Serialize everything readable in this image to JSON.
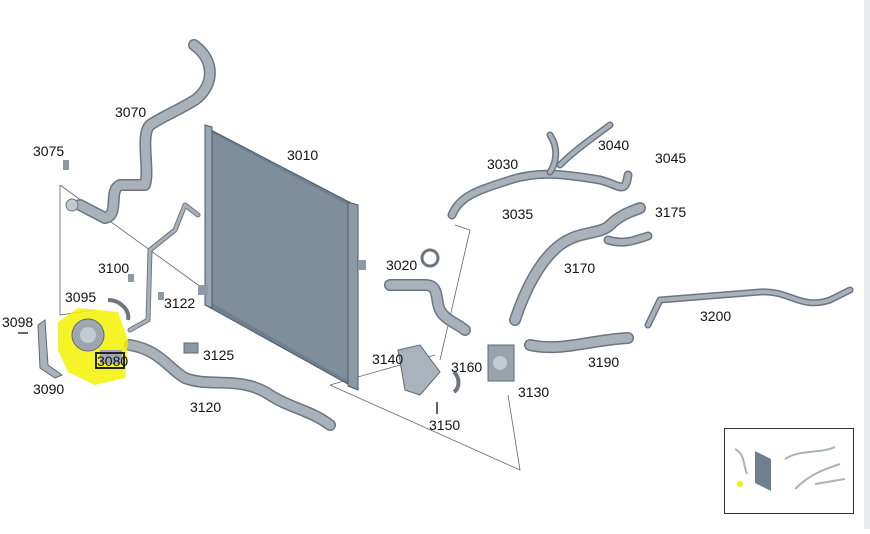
{
  "diagram": {
    "labels": {
      "p3010": "3010",
      "p3020": "3020",
      "p3030": "3030",
      "p3035": "3035",
      "p3040": "3040",
      "p3045": "3045",
      "p3070": "3070",
      "p3075": "3075",
      "p3080": "3080",
      "p3090": "3090",
      "p3095": "3095",
      "p3098": "3098",
      "p3100": "3100",
      "p3120": "3120",
      "p3122": "3122",
      "p3125": "3125",
      "p3130": "3130",
      "p3140": "3140",
      "p3150": "3150",
      "p3160": "3160",
      "p3170": "3170",
      "p3175": "3175",
      "p3190": "3190",
      "p3200": "3200"
    },
    "colors": {
      "radiator": "#6f7f8e",
      "radiator_frame": "#8c9aa8",
      "hose": "#a9b1ba",
      "hose_edge": "#6d7680",
      "highlight": "#f2f200"
    }
  }
}
